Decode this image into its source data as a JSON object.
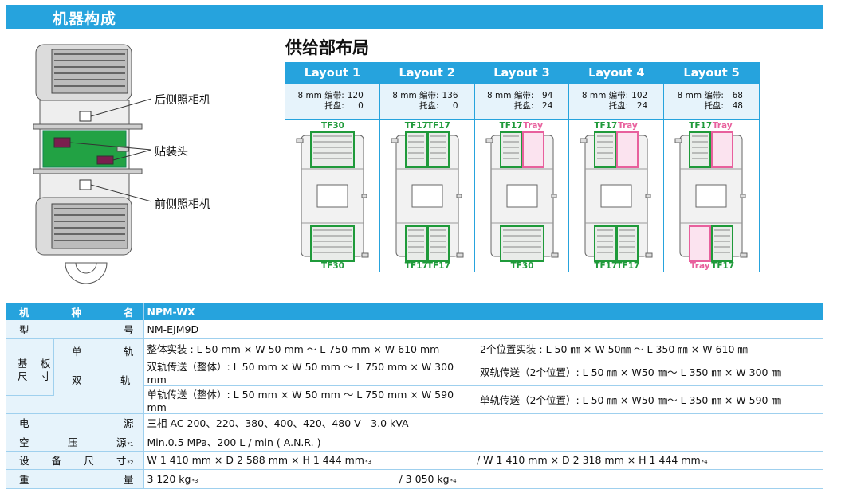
{
  "banner": {
    "title": "机器构成"
  },
  "machine": {
    "callouts": {
      "rear_camera": "后侧照相机",
      "head": "贴装头",
      "front_camera": "前侧照相机"
    }
  },
  "layout": {
    "heading": "供给部布局",
    "tape_label": "8 mm 编带:",
    "tray_label": "托盘:",
    "columns": [
      {
        "name": "Layout 1",
        "tape": "120",
        "tray": "0",
        "top": [
          "TF30"
        ],
        "top_types": [
          "g"
        ],
        "bottom": [
          "TF30"
        ],
        "bottom_types": [
          "g"
        ]
      },
      {
        "name": "Layout 2",
        "tape": "136",
        "tray": "0",
        "top": [
          "TF17",
          "TF17"
        ],
        "top_types": [
          "g",
          "g"
        ],
        "bottom": [
          "TF17",
          "TF17"
        ],
        "bottom_types": [
          "g",
          "g"
        ]
      },
      {
        "name": "Layout 3",
        "tape": "94",
        "tray": "24",
        "top": [
          "TF17",
          "Tray"
        ],
        "top_types": [
          "g",
          "p"
        ],
        "bottom": [
          "TF30"
        ],
        "bottom_types": [
          "g"
        ]
      },
      {
        "name": "Layout 4",
        "tape": "102",
        "tray": "24",
        "top": [
          "TF17",
          "Tray"
        ],
        "top_types": [
          "g",
          "p"
        ],
        "bottom": [
          "TF17",
          "TF17"
        ],
        "bottom_types": [
          "g",
          "g"
        ]
      },
      {
        "name": "Layout 5",
        "tape": "68",
        "tray": "48",
        "top": [
          "TF17",
          "Tray"
        ],
        "top_types": [
          "g",
          "p"
        ],
        "bottom": [
          "Tray",
          "TF17"
        ],
        "bottom_types": [
          "p",
          "g"
        ]
      }
    ]
  },
  "spec": {
    "model_name_label": [
      "机",
      "种",
      "名"
    ],
    "model_name_value": "NPM-WX",
    "model_no_label": [
      "型",
      "号"
    ],
    "model_no_value": "NM-EJM9D",
    "board_label": [
      "基",
      "板",
      "尺",
      "寸"
    ],
    "single_label": [
      "单",
      "轨"
    ],
    "single_a": "整体实装 : L 50 mm × W 50 mm ～ L 750 mm × W 610 mm",
    "single_b": "2个位置实装 : L 50 ㎜ × W 50㎜ ～ L 350 ㎜ × W 610 ㎜",
    "dual_label": [
      "双",
      "轨"
    ],
    "dual1_a": "双轨传送（整体）: L 50 mm × W 50 mm ～ L 750 mm × W 300 mm",
    "dual1_b": "双轨传送（2个位置）: L 50 ㎜ × W50 ㎜～ L 350 ㎜ × W 300 ㎜",
    "dual2_a": "单轨传送（整体）: L 50 mm × W 50 mm ～ L 750 mm × W 590 mm",
    "dual2_b": "单轨传送（2个位置）: L 50 ㎜ × W50 ㎜～ L 350 ㎜ × W 590 ㎜",
    "power_label": [
      "电",
      "源"
    ],
    "power_value": "三相 AC 200、220、380、400、420、480 V　3.0 kVA",
    "air_label": [
      "空",
      "压",
      "源"
    ],
    "air_note": "*1",
    "air_value": "Min.0.5 MPa、200 L / min ( A.N.R. )",
    "dim_label": [
      "设",
      "备",
      "尺",
      "寸"
    ],
    "dim_note": "*2",
    "dim_a": "W 1 410 mm × D 2 588 mm × H 1 444 mm",
    "dim_a_note": "*3",
    "dim_b": "/ W 1 410 mm × D 2 318 mm × H 1 444 mm",
    "dim_b_note": "*4",
    "weight_label": [
      "重",
      "量"
    ],
    "weight_a": "3 120 kg",
    "weight_a_note": "*3",
    "weight_b": "/ 3 050 kg",
    "weight_b_note": "*4"
  },
  "colors": {
    "accent": "#26a3dd",
    "label_bg": "#e6f3fb",
    "feeder_green": "#1f9a3a",
    "tray_pink": "#e8609d",
    "head_purple": "#7a1f4e"
  }
}
